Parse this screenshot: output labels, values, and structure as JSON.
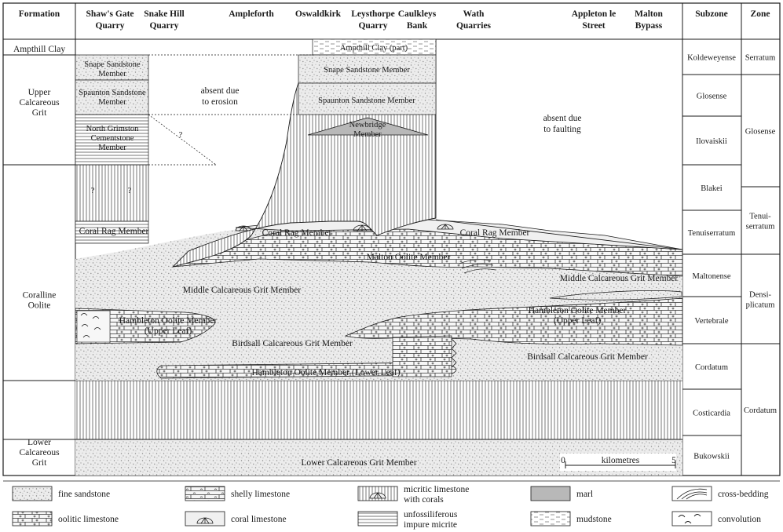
{
  "header": {
    "formation": "Formation",
    "localities": [
      {
        "line1": "Shaw's Gate",
        "line2": "Quarry"
      },
      {
        "line1": "Snake Hill",
        "line2": "Quarry"
      },
      {
        "line1": "Ampleforth",
        "line2": ""
      },
      {
        "line1": "Oswaldkirk",
        "line2": ""
      },
      {
        "line1": "Leysthorpe",
        "line2": "Quarry"
      },
      {
        "line1": "Caulkleys",
        "line2": "Bank"
      },
      {
        "line1": "Wath",
        "line2": "Quarries"
      },
      {
        "line1": "Appleton le",
        "line2": "Street"
      },
      {
        "line1": "Malton",
        "line2": "Bypass"
      }
    ],
    "subzone": "Subzone",
    "zone": "Zone"
  },
  "formations": [
    {
      "lines": [
        "Ampthill Clay"
      ]
    },
    {
      "lines": [
        "Upper",
        "Calcareous",
        "Grit"
      ]
    },
    {
      "lines": [
        "Coralline",
        "Oolite"
      ]
    },
    {
      "lines": [
        "Lower",
        "Calcareous",
        "Grit"
      ]
    }
  ],
  "subzones": [
    "Koldeweyense",
    "Glosense",
    "Ilovaiskii",
    "Blakei",
    "Tenuiserratum",
    "Maltonense",
    "Vertebrale",
    "Cordatum",
    "Costicardia",
    "Bukowskii"
  ],
  "zones": [
    {
      "lines": [
        "Serratum"
      ]
    },
    {
      "lines": [
        "Glosense"
      ]
    },
    {
      "lines": [
        "Tenui-",
        "serratum"
      ]
    },
    {
      "lines": [
        "Densi-",
        "plicatum"
      ]
    },
    {
      "lines": [
        "Cordatum"
      ]
    }
  ],
  "units": {
    "ampthill_part": "Ampthill Clay (part)",
    "snape_left": [
      "Snape Sandstone",
      "Member"
    ],
    "snape_right": "Snape Sandstone Member",
    "spaunton_left": [
      "Spaunton Sandstone",
      "Member"
    ],
    "spaunton_right": "Spaunton Sandstone Member",
    "north_grimston": [
      "North Grimston",
      "Cementstone",
      "Member"
    ],
    "newbridge": [
      "Newbridge",
      "Member"
    ],
    "absent_erosion": [
      "absent due",
      "to erosion"
    ],
    "absent_faulting": [
      "absent due",
      "to faulting"
    ],
    "question": "?",
    "coral_rag_left": "Coral Rag Member",
    "coral_rag_mid": "Coral Rag Member",
    "coral_rag_right": "Coral Rag Member",
    "malton_oolite": "Malton Oolite Member",
    "middle_grit_left": "Middle Calcareous Grit Member",
    "middle_grit_right": "Middle Calcareous Grit Member",
    "hambleton_upper_left": [
      "Hambleton Oolite Member",
      "(Upper Leaf)"
    ],
    "hambleton_upper_right": [
      "Hambleton Oolite Member",
      "(Upper Leaf)"
    ],
    "birdsall_left": "Birdsall Calcareous Grit Member",
    "birdsall_right": "Birdsall Calcareous Grit Member",
    "hambleton_lower": "Hambleton Oolite Member (Lower Leaf)",
    "lower_grit": "Lower Calcareous Grit Member"
  },
  "scale_bar": {
    "start": "0",
    "label": "kilometres",
    "end": "5"
  },
  "legend": [
    {
      "key": "fine-sandstone",
      "lines": [
        "fine sandstone"
      ]
    },
    {
      "key": "shelly-limestone",
      "lines": [
        "shelly limestone"
      ]
    },
    {
      "key": "micritic-coral",
      "lines": [
        "micritic limestone",
        "with corals"
      ]
    },
    {
      "key": "marl",
      "lines": [
        "marl"
      ]
    },
    {
      "key": "cross-bedding",
      "lines": [
        "cross-bedding"
      ]
    },
    {
      "key": "oolitic-limestone",
      "lines": [
        "oolitic limestone"
      ]
    },
    {
      "key": "coral-limestone",
      "lines": [
        "coral limestone"
      ]
    },
    {
      "key": "micrite",
      "lines": [
        "unfossiliferous",
        "impure micrite"
      ]
    },
    {
      "key": "mudstone",
      "lines": [
        "mudstone"
      ]
    },
    {
      "key": "convolution",
      "lines": [
        "convolution"
      ]
    }
  ],
  "colors": {
    "line": "#1a1a1a",
    "marl": "#b8b8b8",
    "stipple": "#8a8a8a",
    "background": "#ffffff"
  }
}
